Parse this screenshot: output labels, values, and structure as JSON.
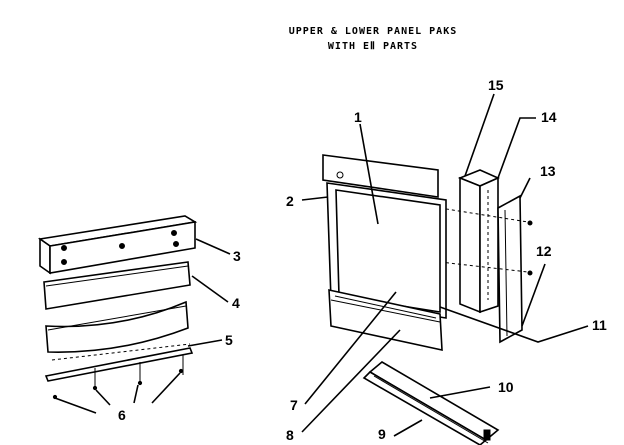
{
  "title": {
    "line1": "UPPER & LOWER PANEL PAKS",
    "line2": "WITH EⅡ PARTS"
  },
  "callouts": [
    "1",
    "2",
    "3",
    "4",
    "5",
    "6",
    "7",
    "8",
    "9",
    "10",
    "11",
    "12",
    "13",
    "14",
    "15"
  ]
}
